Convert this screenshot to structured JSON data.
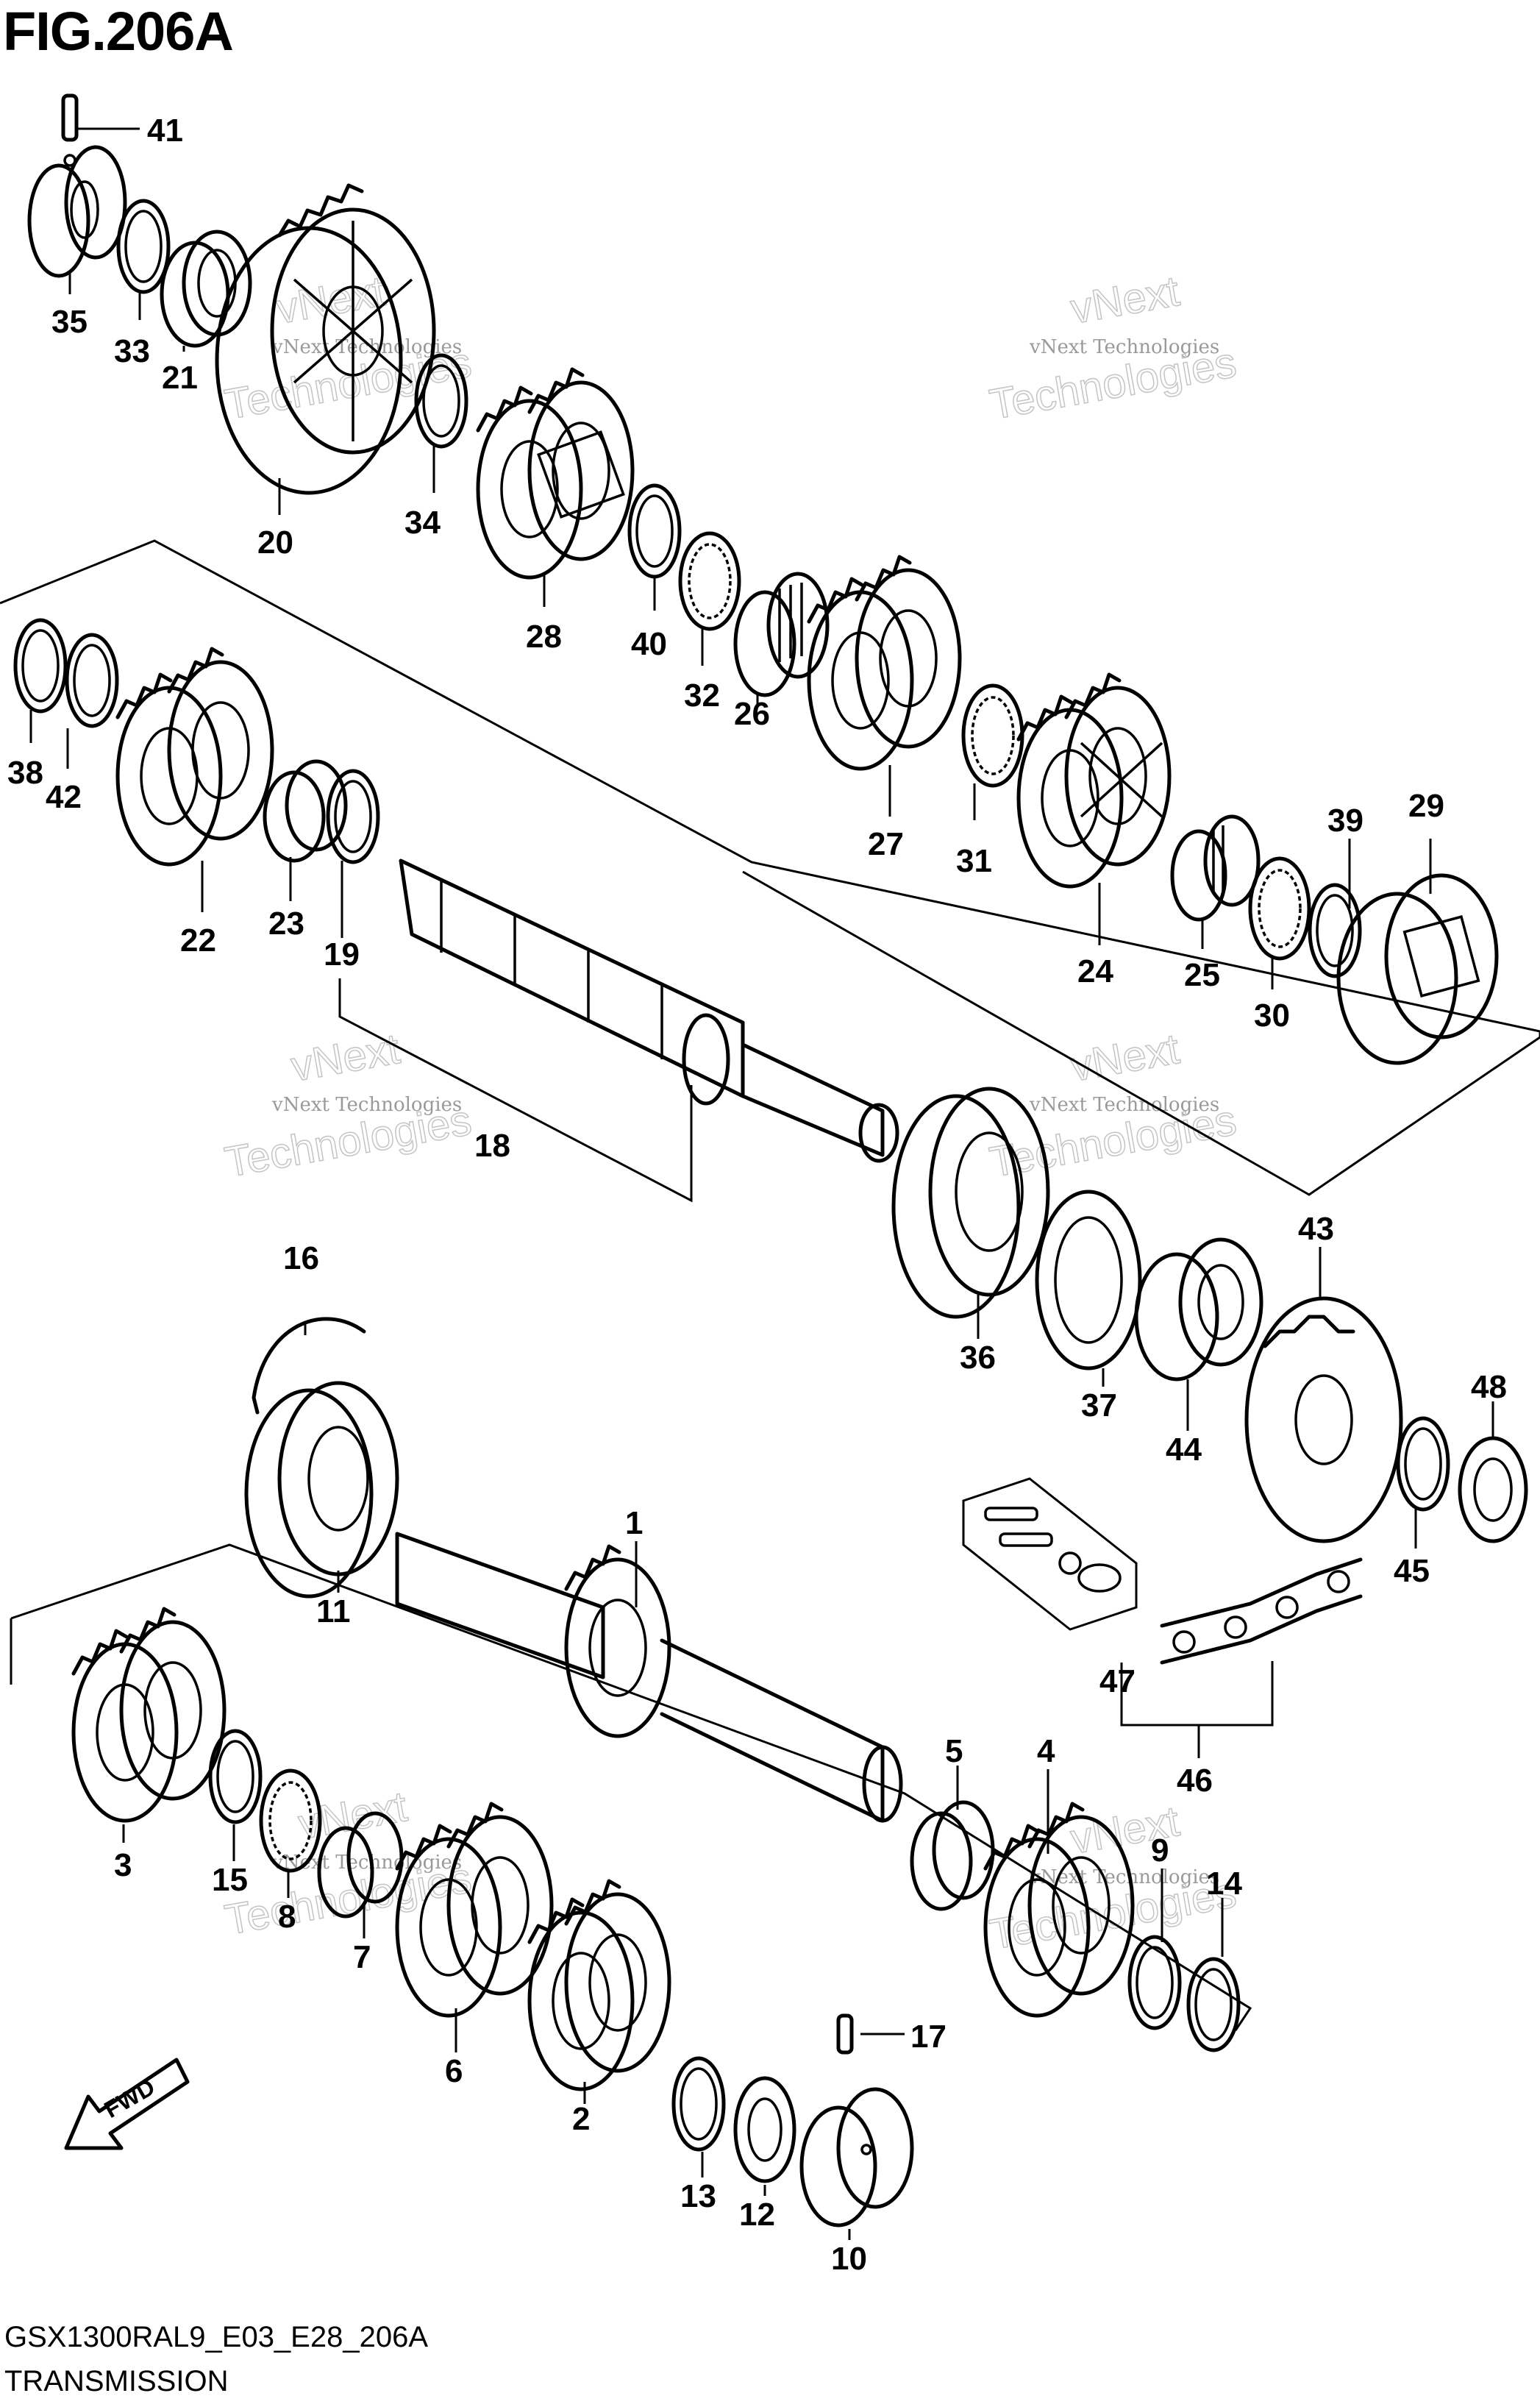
{
  "header": {
    "figure_title": "FIG.206A"
  },
  "footer": {
    "diagram_code": "GSX1300RAL9_E03_E28_206A",
    "section_name": "TRANSMISSION"
  },
  "watermark": {
    "line1": "vNext Technologies",
    "line2": "vNext",
    "line3": "Technologies"
  },
  "fwd_arrow": {
    "label": "FWD"
  },
  "part_labels": [
    "41",
    "35",
    "33",
    "21",
    "20",
    "34",
    "28",
    "40",
    "32",
    "26",
    "27",
    "31",
    "24",
    "25",
    "30",
    "39",
    "29",
    "38",
    "42",
    "22",
    "23",
    "19",
    "18",
    "36",
    "43",
    "37",
    "44",
    "48",
    "45",
    "16",
    "11",
    "1",
    "47",
    "46",
    "3",
    "15",
    "8",
    "7",
    "6",
    "2",
    "5",
    "4",
    "9",
    "14",
    "13",
    "12",
    "17",
    "10"
  ]
}
